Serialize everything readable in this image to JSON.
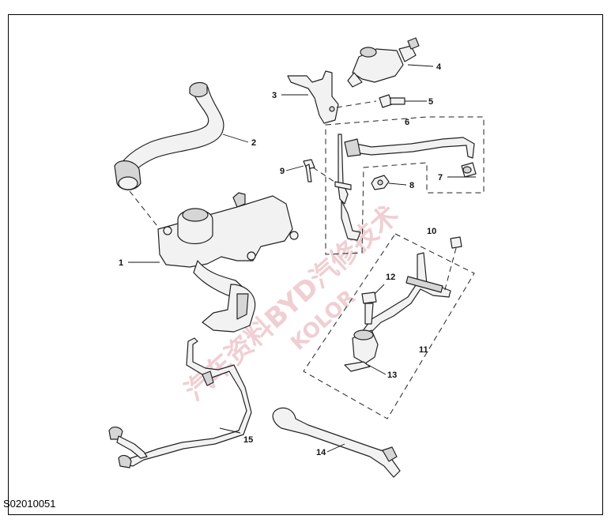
{
  "figure_code": "S02010051",
  "callouts": {
    "c1": "1",
    "c2": "2",
    "c3": "3",
    "c4": "4",
    "c5": "5",
    "c6": "6",
    "c7": "7",
    "c8": "8",
    "c9": "9",
    "c10": "10",
    "c11": "11",
    "c12": "12",
    "c13": "13",
    "c14": "14",
    "c15": "15"
  },
  "watermark": {
    "line1": "汽车资料BYD汽修技术",
    "line2": "KOLOR"
  }
}
